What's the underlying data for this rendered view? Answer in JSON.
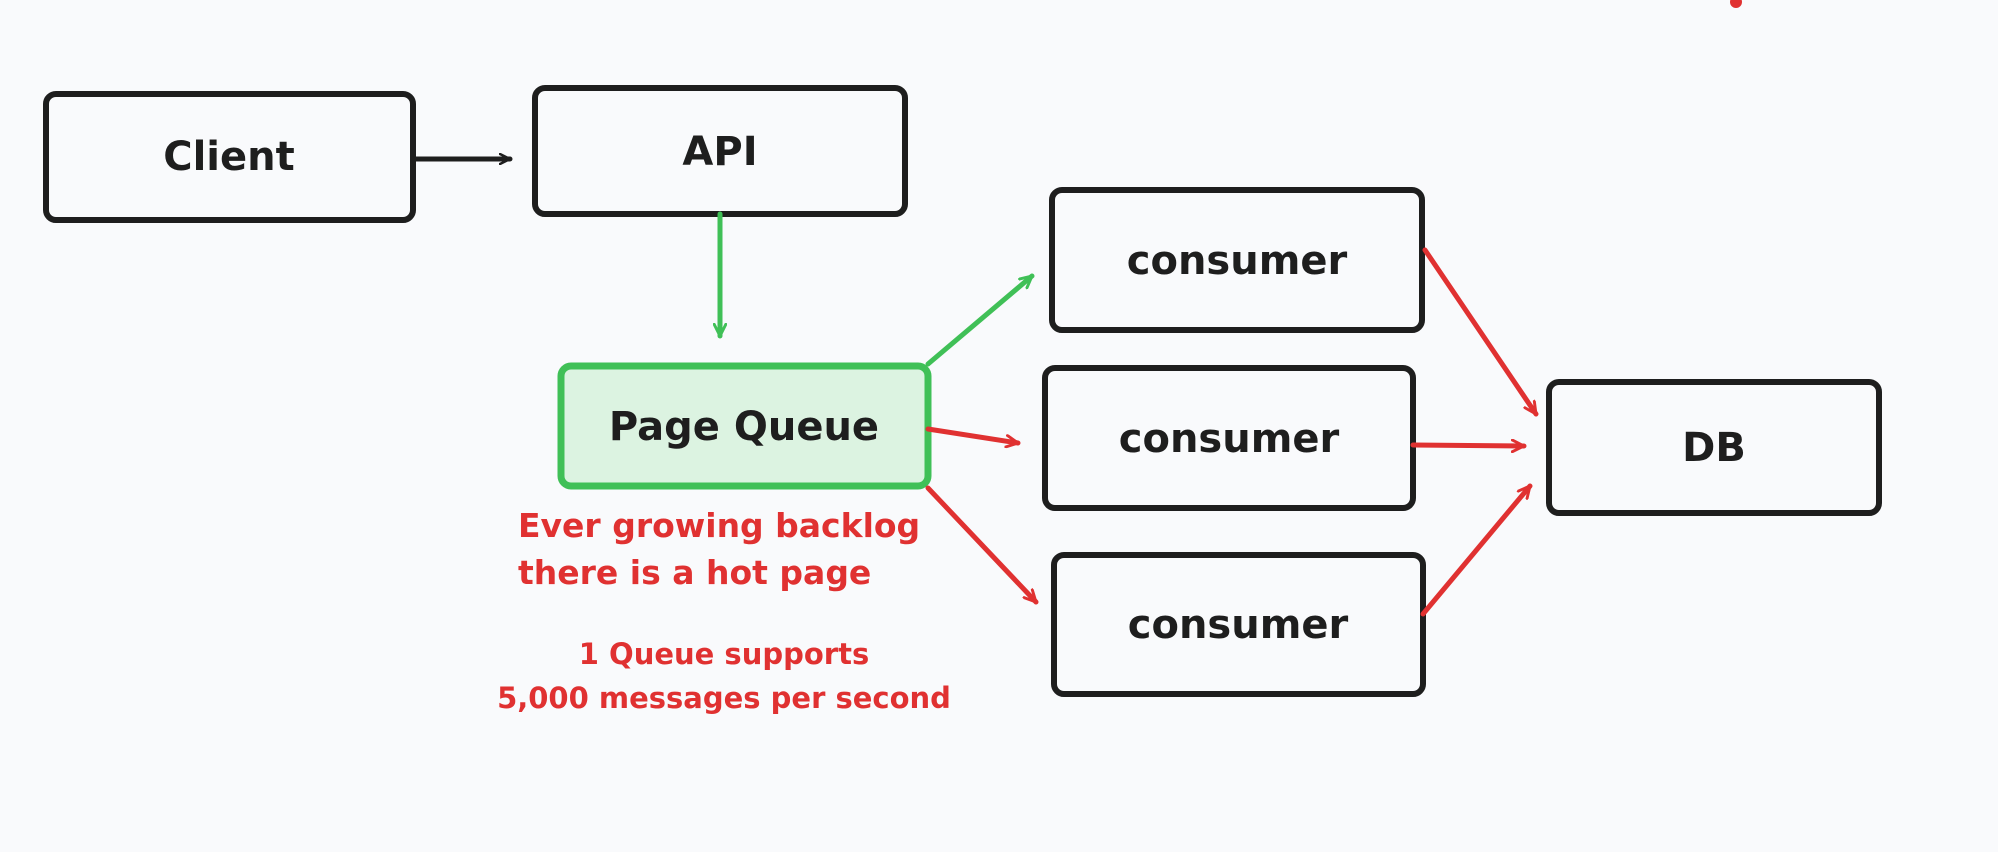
{
  "nodes": {
    "client": "Client",
    "api": "API",
    "page_queue": "Page Queue",
    "consumer_1": "consumer",
    "consumer_2": "consumer",
    "consumer_3": "consumer",
    "db": "DB"
  },
  "notes": {
    "backlog_line1": "Ever growing backlog",
    "backlog_line2": "there is a hot page",
    "capacity_line1": "1 Queue supports",
    "capacity_line2": "5,000 messages per second"
  },
  "colors": {
    "stroke": "#1e1e1e",
    "green": "#40c057",
    "green_fill": "#dcf3e1",
    "red": "#e03131",
    "background": "#f9fafc"
  }
}
